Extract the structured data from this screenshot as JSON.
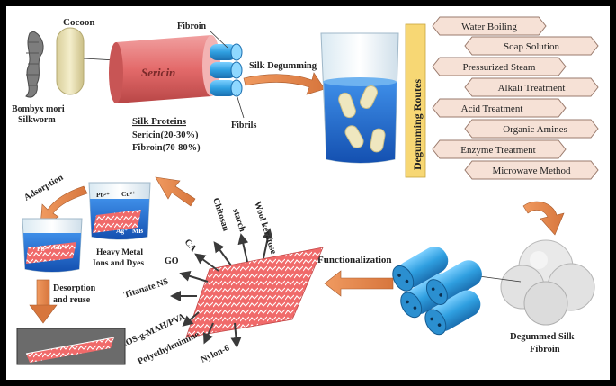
{
  "source": {
    "cocoon_label": "Cocoon",
    "silkworm_label_1": "Bombyx mori",
    "silkworm_label_2": "Silkworm",
    "fibroin_label": "Fibroin",
    "sericin_label": "Sericin",
    "fibrils_label": "Fibrils",
    "proteins_title": "Silk Proteins",
    "sericin_pct": "Sericin(20-30%)",
    "fibroin_pct": "Fibroin(70-80%)"
  },
  "degumming": {
    "arrow_label": "Silk Degumming",
    "routes_title": "Degumming Routes",
    "routes": [
      "Water Boiling",
      "Soap Solution",
      "Pressurized Steam",
      "Alkali Treatment",
      "Acid Treatment",
      "Organic Amines",
      "Enzyme Treatment",
      "Microwave Method"
    ]
  },
  "fibroin": {
    "label_1": "Degummed Silk",
    "label_2": "Fibroin"
  },
  "functionalization": {
    "label": "Functionalization",
    "agents": [
      "Wool keratose",
      "starch",
      "Chitosan",
      "CA",
      "GO",
      "Titanate NS",
      "COS-g-MAH/PVA",
      "Polyethylenimine",
      "Nylon-6"
    ]
  },
  "adsorption": {
    "adsorption_label": "Adsorption",
    "ions_1": "Pb²⁺",
    "ions_2": "Cu²⁺",
    "ions_3": "Ag⁺",
    "dye": "MB",
    "pollutants_label_1": "Heavy Metal",
    "pollutants_label_2": "Ions and Dyes",
    "desorption_label_1": "Desorption",
    "desorption_label_2": "and reuse"
  },
  "colors": {
    "route_box": "#f6e1d6",
    "route_border": "#9a7a6c",
    "routes_title_bg": "#f7d774",
    "arrow": "#e0804a",
    "fiber_blue": "#2f9fe0",
    "sericin_red": "#e36a6a",
    "water": "#1f70d6"
  }
}
